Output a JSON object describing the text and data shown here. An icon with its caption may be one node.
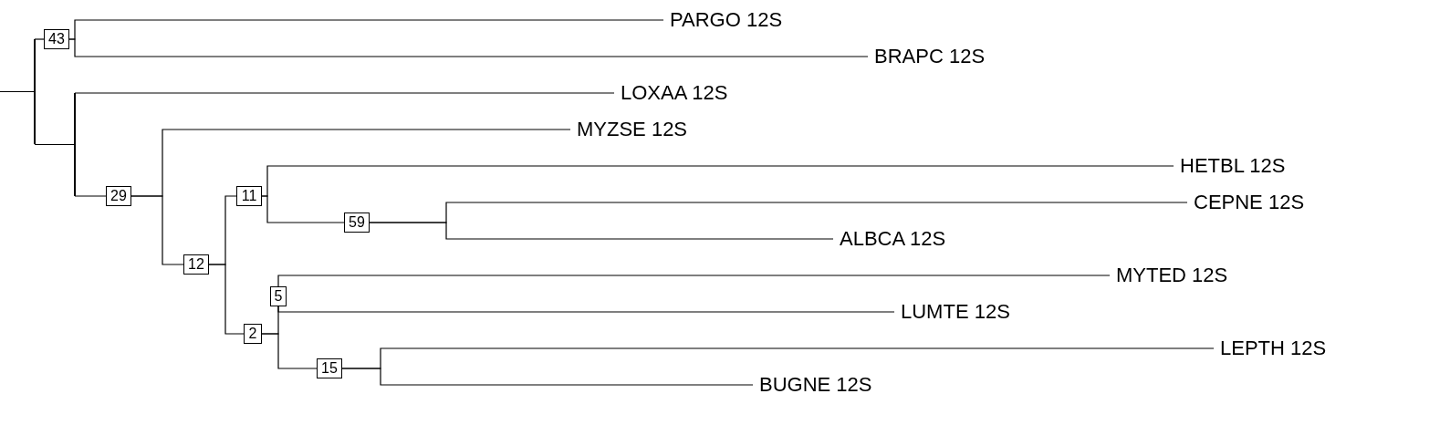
{
  "diagram": {
    "nodes": [
      {
        "text": [],
        "shape": "bar"
      },
      {
        "text": [
          "43"
        ]
      },
      {
        "text": [
          "PARGO 12S"
        ]
      },
      {
        "text": [
          "BRAPC 12S"
        ]
      },
      {
        "text": [],
        "shape": "bar"
      },
      {
        "text": [
          "LOXAA 12S"
        ]
      },
      {
        "text": [
          "29"
        ]
      },
      {
        "text": [
          "MYZSE 12S"
        ]
      },
      {
        "text": [
          "12"
        ]
      },
      {
        "text": [
          "11"
        ]
      },
      {
        "text": [
          "HETBL 12S"
        ]
      },
      {
        "text": [
          "59"
        ]
      },
      {
        "text": [
          "CEPNE 12S"
        ]
      },
      {
        "text": [
          "ALBCA 12S"
        ]
      },
      {
        "text": [
          "2"
        ]
      },
      {
        "text": [
          "5"
        ]
      },
      {
        "text": [
          "MYTED 12S"
        ]
      },
      {
        "text": [
          "LUMTE 12S"
        ]
      },
      {
        "text": [
          "15"
        ]
      },
      {
        "text": [
          "LEPTH 12S"
        ]
      },
      {
        "text": [
          "BUGNE 12S"
        ]
      }
    ],
    "edges": [
      {
        "from": null,
        "to": 0,
        "arrow": "none"
      },
      {
        "from": 0,
        "to": 1,
        "arrow": "none"
      },
      {
        "from": 0,
        "to": 4,
        "arrow": "none"
      },
      {
        "from": 1,
        "to": 2,
        "arrow": "none"
      },
      {
        "from": 1,
        "to": 3,
        "arrow": "none"
      },
      {
        "from": 4,
        "to": 5,
        "arrow": "none"
      },
      {
        "from": 4,
        "to": 6,
        "arrow": "none"
      },
      {
        "from": 6,
        "to": 7,
        "arrow": "none"
      },
      {
        "from": 6,
        "to": 8,
        "arrow": "none"
      },
      {
        "from": 8,
        "to": 9,
        "arrow": "none"
      },
      {
        "from": 8,
        "to": 14,
        "arrow": "none"
      },
      {
        "from": 9,
        "to": 10,
        "arrow": "none"
      },
      {
        "from": 9,
        "to": 11,
        "arrow": "none"
      },
      {
        "from": 11,
        "to": 12,
        "arrow": "none"
      },
      {
        "from": 11,
        "to": 13,
        "arrow": "none"
      },
      {
        "from": 14,
        "to": 15,
        "arrow": "none"
      },
      {
        "from": 14,
        "to": 18,
        "arrow": "none"
      },
      {
        "from": 15,
        "to": 16,
        "arrow": "none"
      },
      {
        "from": 15,
        "to": 17,
        "arrow": "none"
      },
      {
        "from": 18,
        "to": 19,
        "arrow": "none"
      },
      {
        "from": 18,
        "to": 20,
        "arrow": "none"
      }
    ]
  }
}
